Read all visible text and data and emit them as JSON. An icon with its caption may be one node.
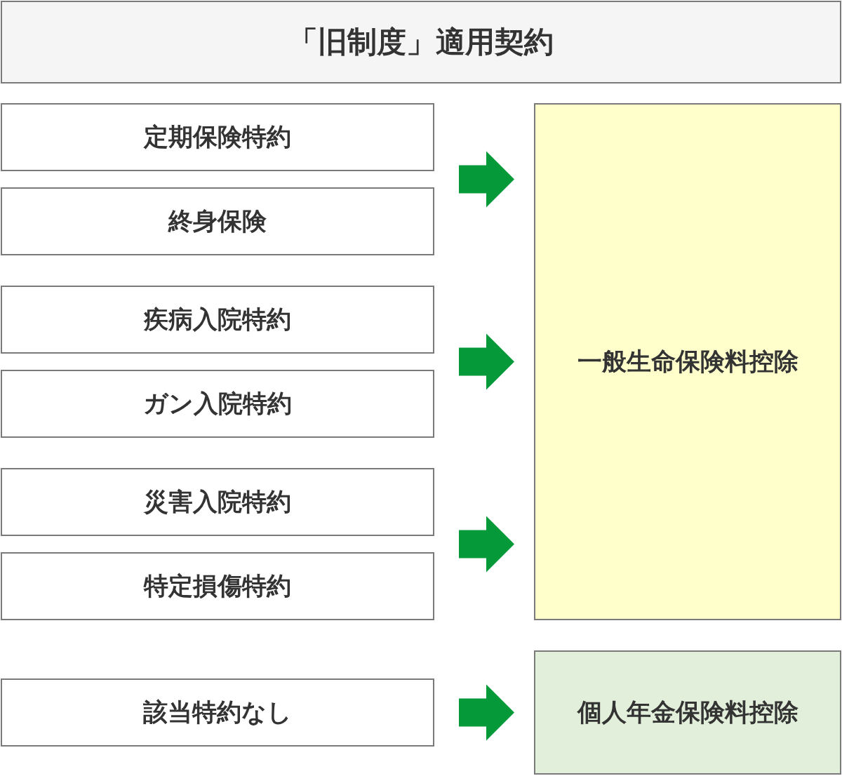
{
  "diagram": {
    "nodes": [
      {
        "text": [
          "「旧制度」適用契約"
        ]
      },
      {
        "text": [
          "定期保険特約"
        ]
      },
      {
        "text": [
          "終身保険"
        ]
      },
      {
        "text": [
          "疾病入院特約"
        ]
      },
      {
        "text": [
          "ガン入院特約"
        ]
      },
      {
        "text": [
          "災害入院特約"
        ]
      },
      {
        "text": [
          "特定損傷特約"
        ]
      },
      {
        "text": [
          "該当特約なし"
        ]
      },
      {
        "text": [
          "一般生命保険料控除"
        ]
      },
      {
        "text": [
          "個人年金保険料控除"
        ]
      }
    ],
    "edges": [
      {
        "from": 1,
        "to": 8,
        "arrow": "to"
      },
      {
        "from": 2,
        "to": 8,
        "arrow": "to"
      },
      {
        "from": 3,
        "to": 8,
        "arrow": "to"
      },
      {
        "from": 4,
        "to": 8,
        "arrow": "to"
      },
      {
        "from": 5,
        "to": 8,
        "arrow": "to"
      },
      {
        "from": 6,
        "to": 8,
        "arrow": "to"
      },
      {
        "from": 7,
        "to": 9,
        "arrow": "to"
      }
    ]
  }
}
